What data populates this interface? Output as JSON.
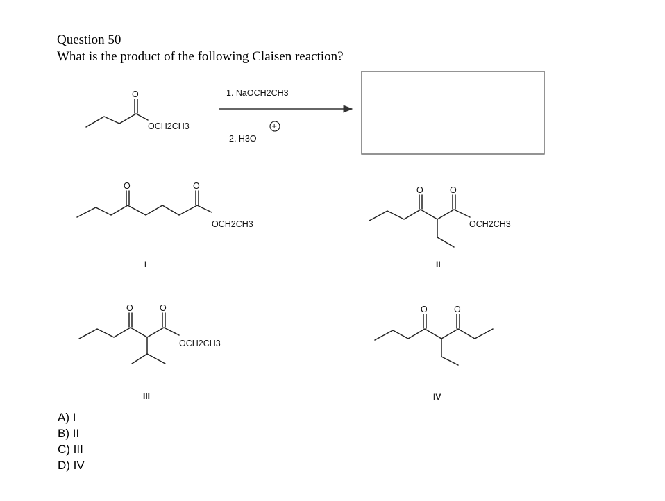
{
  "question": {
    "number_label": "Question 50",
    "prompt": "What is the product of the following Claisen reaction?"
  },
  "reaction": {
    "reactant_substituent": "OCH2CH3",
    "reagent_step1": "1. NaOCH2CH3",
    "reagent_step2": "2. H3O",
    "charge_symbol": "+",
    "carbonyl_atom": "O"
  },
  "structures": [
    {
      "roman": "I",
      "substituent": "OCH2CH3"
    },
    {
      "roman": "II",
      "substituent": "OCH2CH3"
    },
    {
      "roman": "III",
      "substituent": "OCH2CH3"
    },
    {
      "roman": "IV",
      "substituent": ""
    }
  ],
  "choices": [
    {
      "label": "A) I"
    },
    {
      "label": "B) II"
    },
    {
      "label": "C) III"
    },
    {
      "label": "D) IV"
    }
  ]
}
